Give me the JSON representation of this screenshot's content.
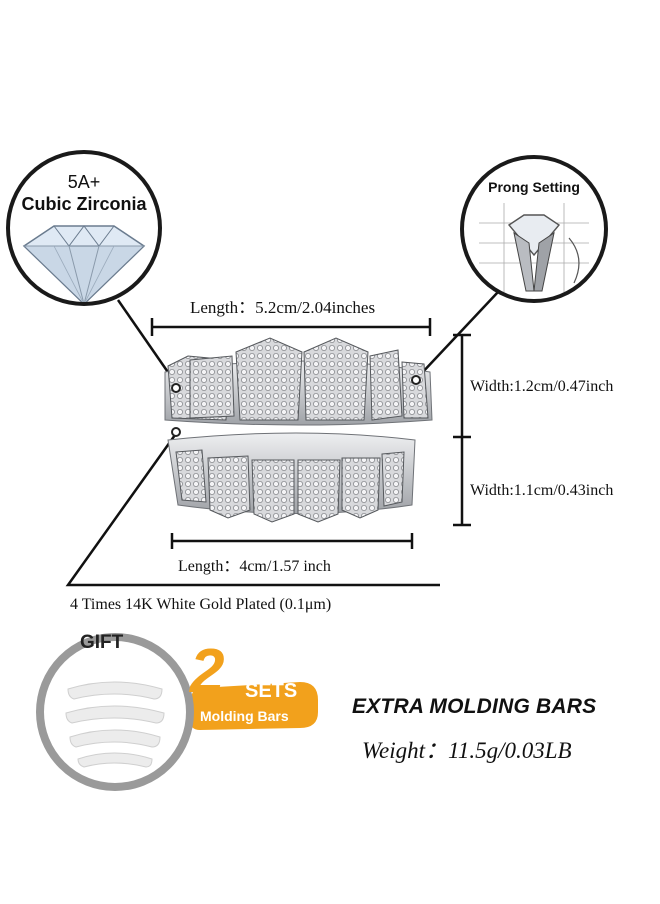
{
  "zirconia": {
    "grade": "5A+",
    "name": "Cubic Zirconia"
  },
  "prong": {
    "title": "Prong Setting"
  },
  "dimensions": {
    "top_length": "Length：5.2cm/2.04inches",
    "bottom_length": "Length：4cm/1.57 inch",
    "top_width": "Width:1.2cm/0.47inch",
    "bottom_width": "Width:1.1cm/0.43inch"
  },
  "plating": "4 Times 14K White Gold Plated (0.1μm)",
  "gift": {
    "label": "GIFT",
    "badge_number": "2",
    "badge_sets": "SETS",
    "badge_sub": "Molding Bars"
  },
  "extra": "EXTRA MOLDING BARS",
  "weight": "Weight：11.5g/0.03LB",
  "colors": {
    "badge_orange": "#f2a11c",
    "metal": "#c9cbcf",
    "ring_gray": "#9a9a9a"
  }
}
